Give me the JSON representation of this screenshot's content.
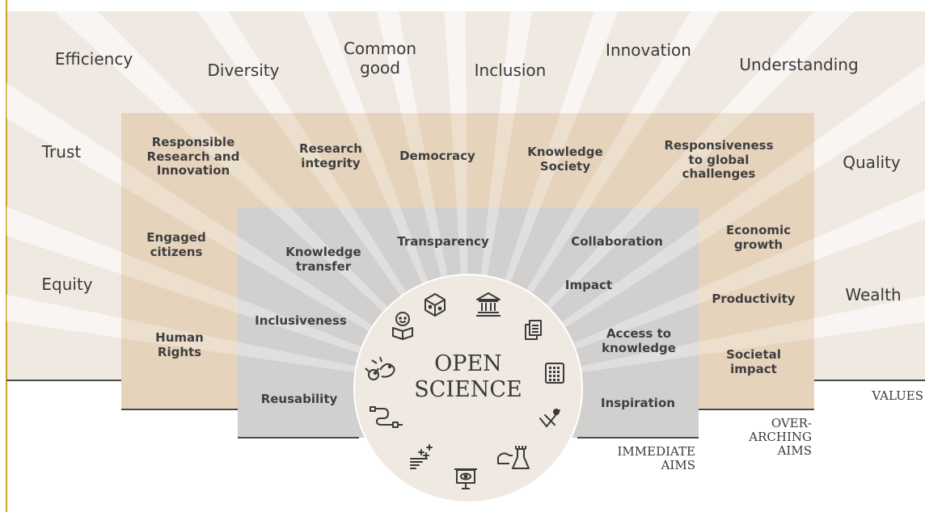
{
  "values": {
    "efficiency": "Efficiency",
    "diversity": "Diversity",
    "common_good": "Common\ngood",
    "inclusion": "Inclusion",
    "innovation": "Innovation",
    "understanding": "Understanding",
    "trust": "Trust",
    "quality": "Quality",
    "equity": "Equity",
    "wealth": "Wealth"
  },
  "overarching_aims": {
    "rri": "Responsible\nResearch and\nInnovation",
    "research_integrity": "Research\nintegrity",
    "democracy": "Democracy",
    "knowledge_society": "Knowledge\nSociety",
    "responsiveness": "Responsiveness\nto global\nchallenges",
    "engaged_citizens": "Engaged\ncitizens",
    "human_rights": "Human\nRights",
    "economic_growth": "Economic\ngrowth",
    "productivity": "Productivity",
    "societal_impact": "Societal\nimpact"
  },
  "immediate_aims": {
    "knowledge_transfer": "Knowledge\ntransfer",
    "transparency": "Transparency",
    "collaboration": "Collaboration",
    "impact": "Impact",
    "inclusiveness": "Inclusiveness",
    "access_to_knowledge": "Access to\nknowledge",
    "reusability": "Reusability",
    "inspiration": "Inspiration"
  },
  "center": {
    "title": "OPEN\nSCIENCE"
  },
  "corner_labels": {
    "values": "VALUES",
    "overarching": "OVER-\nARCHING\nAIMS",
    "immediate": "IMMEDIATE\nAIMS"
  },
  "icons": [
    "reader-icon",
    "dice-cube-icon",
    "institution-icon",
    "documents-icon",
    "data-grid-icon",
    "tools-icon",
    "lab-hand-icon",
    "presentation-icon",
    "stairs-icon",
    "workflow-icon",
    "animals-icon"
  ],
  "colors": {
    "values_band": "#efe9e2",
    "overarching_box": "#e6d3bc",
    "immediate_box": "#d2d0cf",
    "circle": "#efe9e2",
    "accent_rule": "#c9a227"
  }
}
